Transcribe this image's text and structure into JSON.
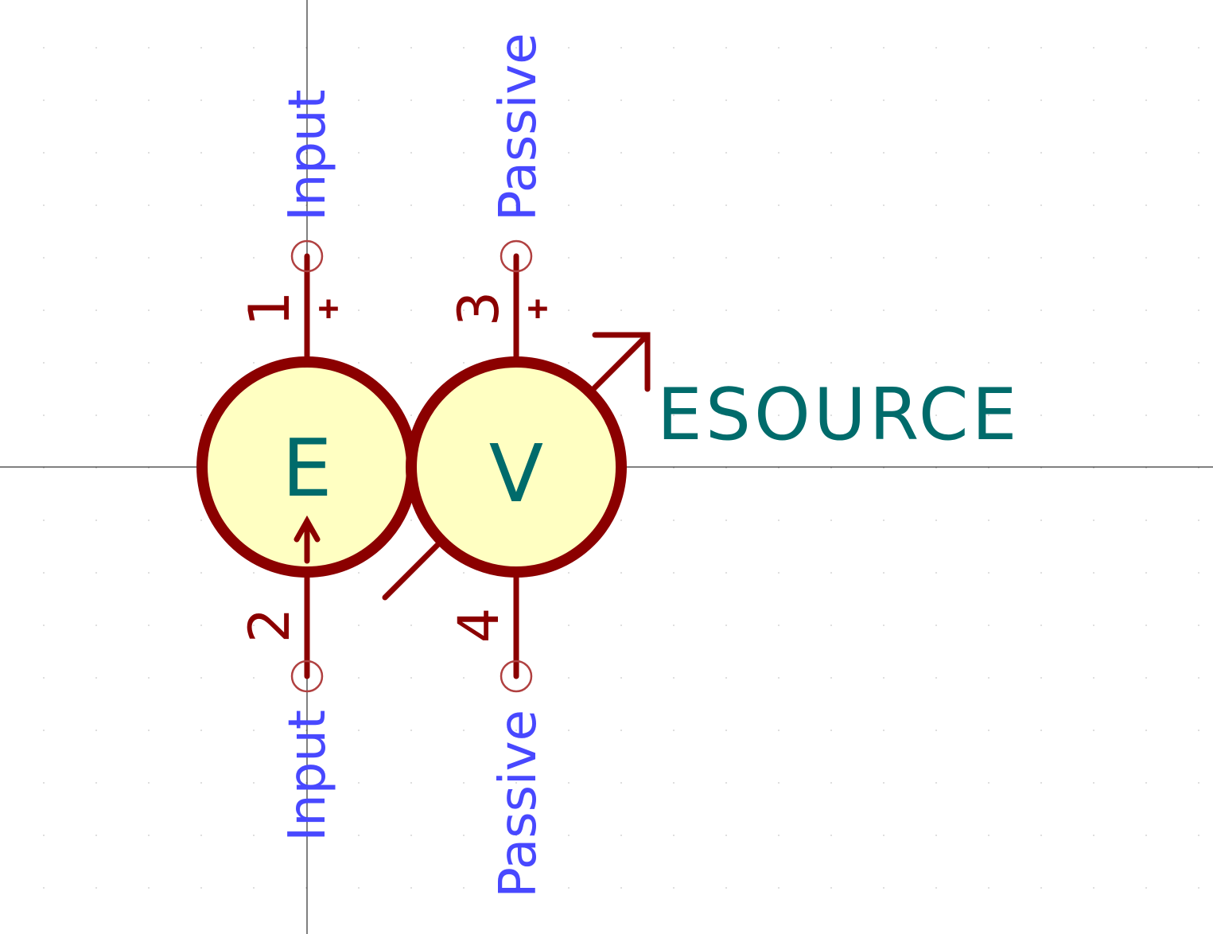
{
  "symbol": {
    "reference": "ESOURCE",
    "units": [
      {
        "letter": "E"
      },
      {
        "letter": "V"
      }
    ],
    "pins": [
      {
        "number": "1",
        "type": "Input",
        "polarity": "+"
      },
      {
        "number": "2",
        "type": "Input",
        "polarity": ""
      },
      {
        "number": "3",
        "type": "Passive",
        "polarity": "+"
      },
      {
        "number": "4",
        "type": "Passive",
        "polarity": ""
      }
    ]
  },
  "colors": {
    "body_fill": "#ffffc2",
    "outline": "#8b0000",
    "pin_name": "#4848ff",
    "reference": "#006b6b"
  }
}
